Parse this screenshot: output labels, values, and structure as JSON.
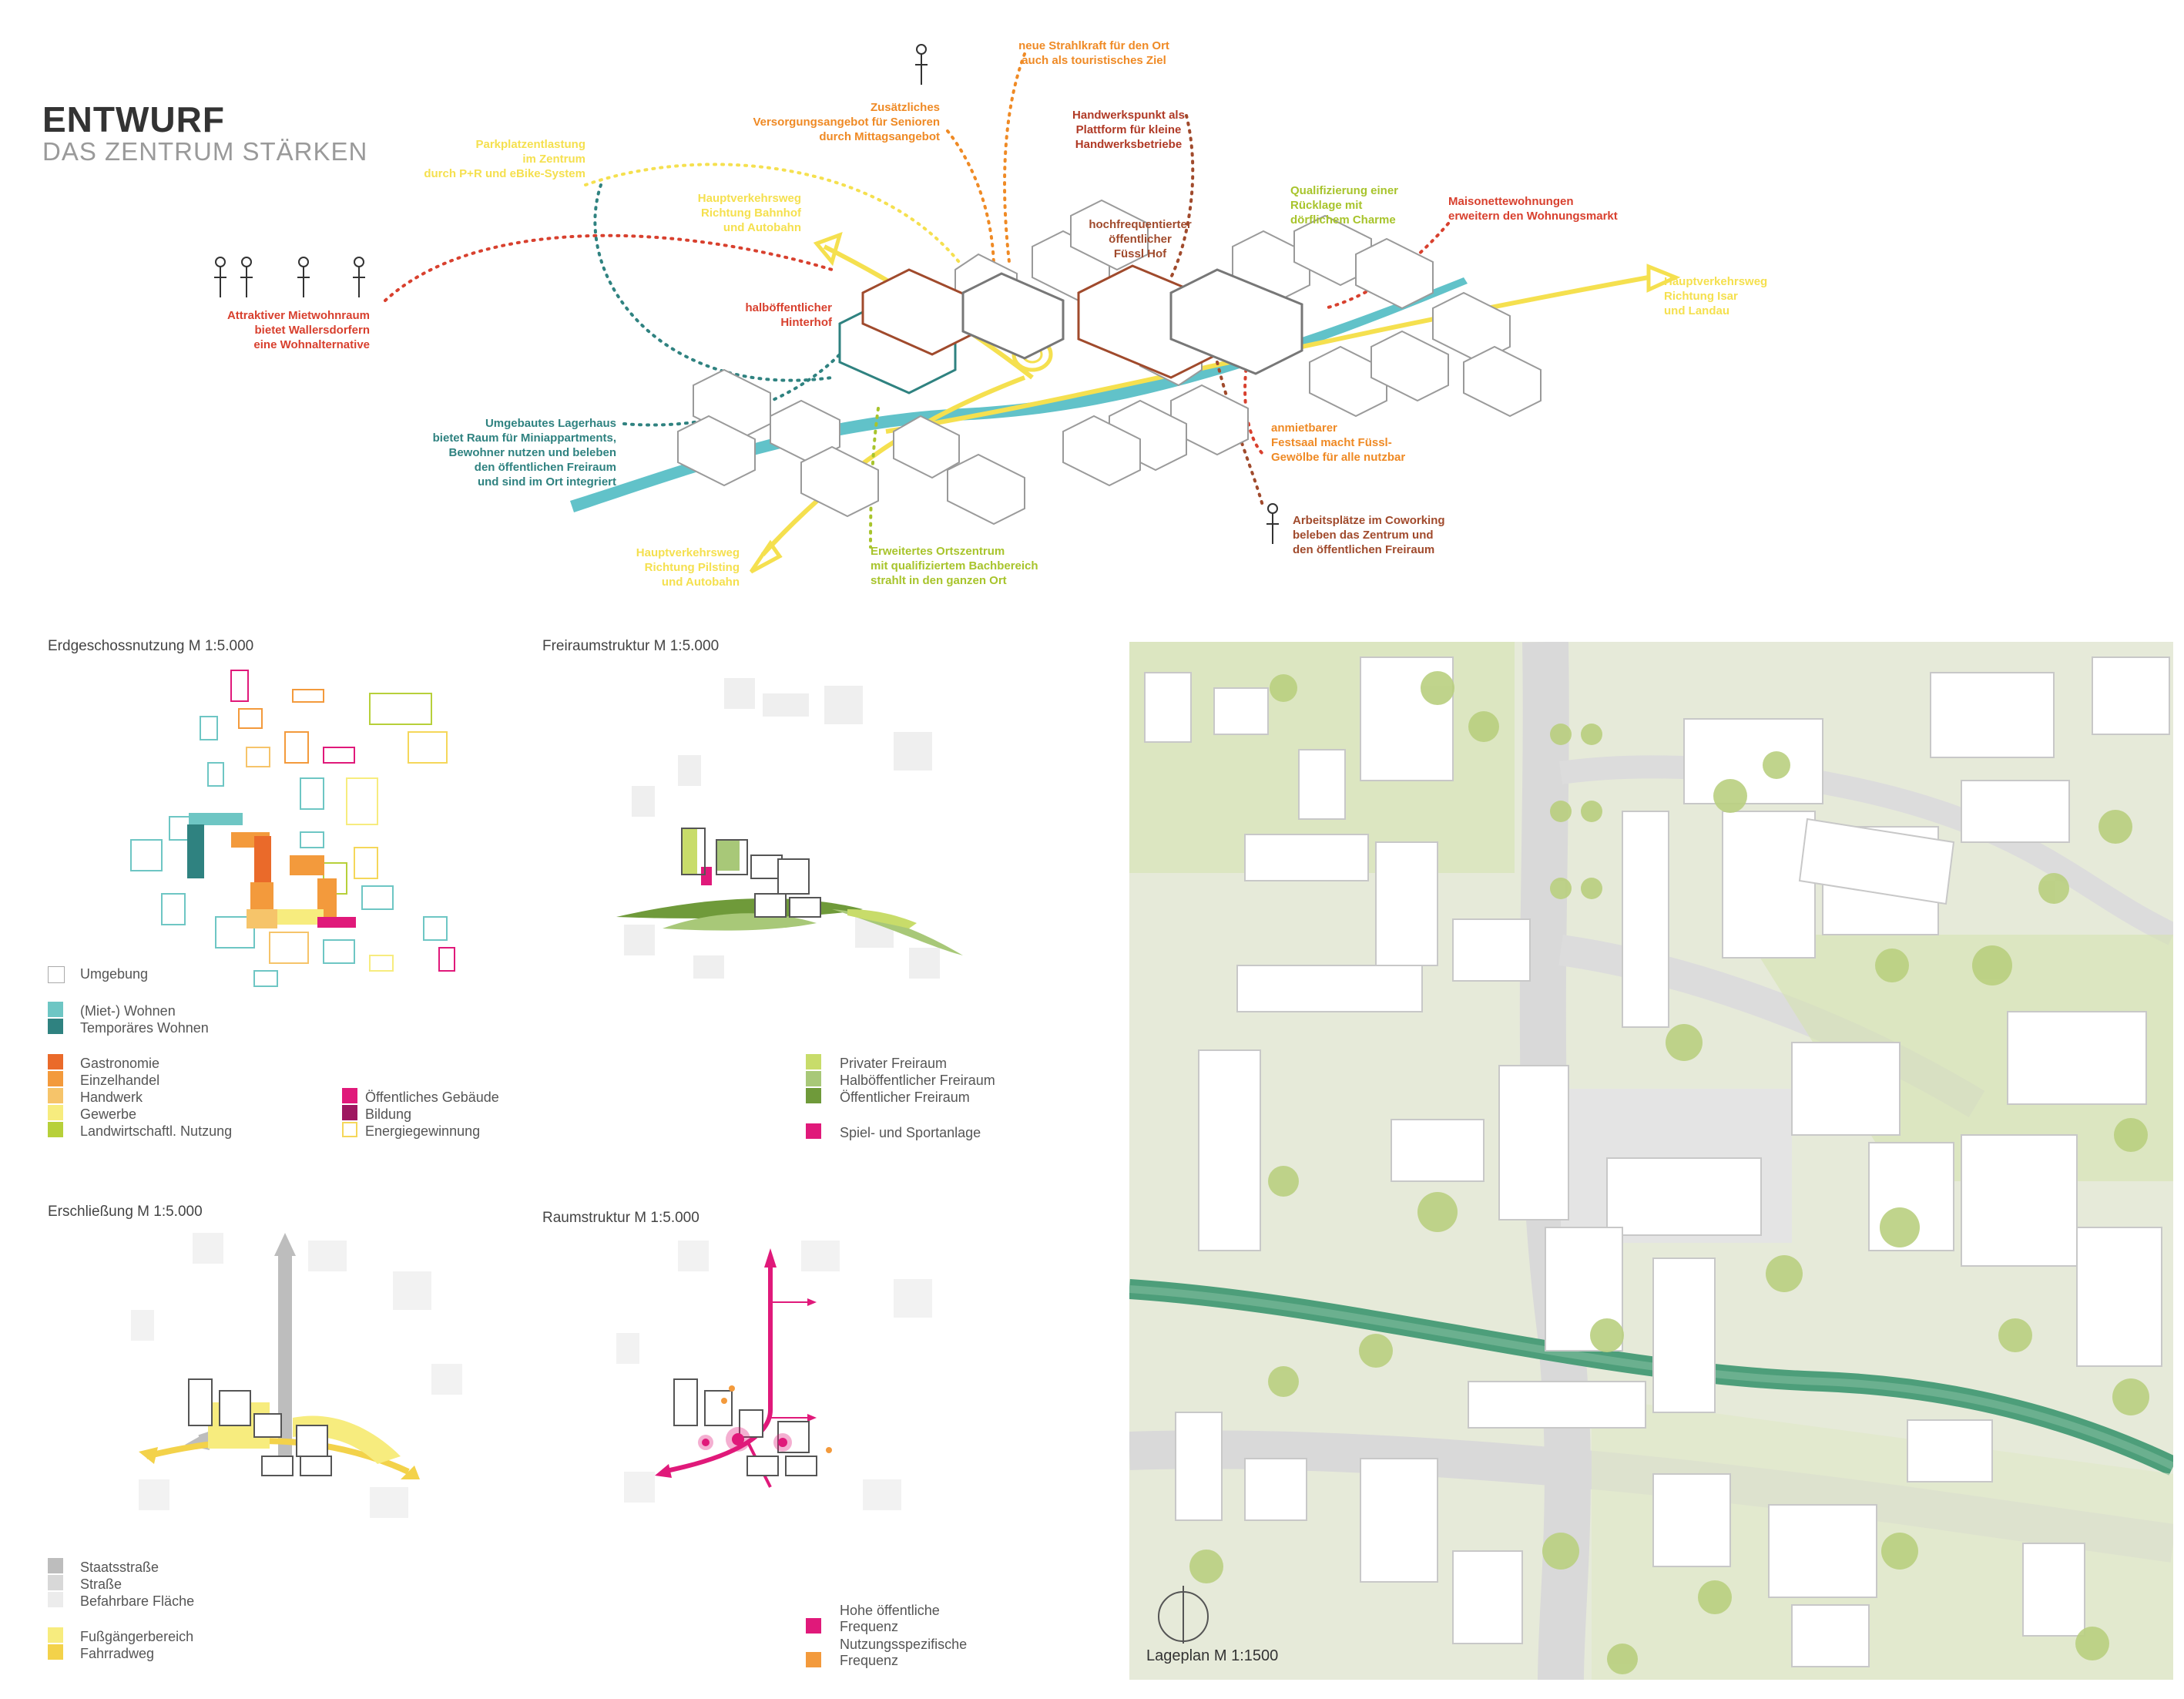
{
  "header": {
    "title": "ENTWURF",
    "subtitle": "DAS ZENTRUM STÄRKEN"
  },
  "annotations": {
    "strahlkraft": "neue Strahlkraft für den Ort\nauch als touristisches Ziel",
    "versorgung": "Zusätzliches\nVersorgungsangebot für Senioren\ndurch Mittagsangebot",
    "handwerk": "Handwerkspunkt als\nPlattform für kleine\nHandwerksbetriebe",
    "parkplatz": "Parkplatzentlastung\nim Zentrum\ndurch P+R und eBike-System",
    "hv_bahnhof": "Hauptverkehrsweg\nRichtung Bahnhof\nund Autobahn",
    "qualifizierung": "Qualifizierung einer\nRücklage mit\ndörflichem Charme",
    "maisonette": "Maisonettewohnungen\nerweitern den Wohnungsmarkt",
    "fuessl_hof": "hochfrequentierter\nöffentlicher\nFüssl Hof",
    "hinterhof": "halböffentlicher\nHinterhof",
    "mietwohn": "Attraktiver Mietwohnraum\nbietet Wallersdorfern\neine Wohnalternative",
    "hv_isar": "Hauptverkehrsweg\nRichtung Isar\nund Landau",
    "lagerhaus": "Umgebautes Lagerhaus\nbietet Raum für Miniappartments,\nBewohner nutzen und beleben\nden öffentlichen Freiraum\nund sind im Ort integriert",
    "festsaal": "anmietbarer\nFestsaal macht Füssl-\nGewölbe für alle nutzbar",
    "coworking": "Arbeitsplätze im Coworking\nbeleben das Zentrum und\nden öffentlichen Freiraum",
    "ortszentrum": "Erweitertes Ortszentrum\nmit qualifiziertem Bachbereich\nstrahlt in den ganzen Ort",
    "hv_pilsting": "Hauptverkehrsweg\nRichtung Pilsting\nund Autobahn"
  },
  "panels": {
    "erdgeschoss": {
      "title": "Erdgeschossnutzung M 1:5.000",
      "legend_a": [
        {
          "label": "Umgebung",
          "color": "#ffffff"
        },
        {
          "label": "(Miet-) Wohnen",
          "color": "#6ec6c4"
        },
        {
          "label": "Temporäres Wohnen",
          "color": "#2f8280"
        },
        {
          "label": "Gastronomie",
          "color": "#ea6a2a"
        },
        {
          "label": "Einzelhandel",
          "color": "#f39a3c"
        },
        {
          "label": "Handwerk",
          "color": "#f6c46a"
        },
        {
          "label": "Gewerbe",
          "color": "#f7ec7e"
        },
        {
          "label": "Landwirtschaftl. Nutzung",
          "color": "#b7d03a"
        }
      ],
      "legend_b": [
        {
          "label": "Öffentliches Gebäude",
          "color": "#e0197a"
        },
        {
          "label": "Bildung",
          "color": "#9e1760"
        },
        {
          "label": "Energiegewinnung",
          "color": "#f5d75a"
        }
      ]
    },
    "freiraum": {
      "title": "Freiraumstruktur M 1:5.000",
      "legend": [
        {
          "label": "Privater Freiraum",
          "color": "#c8dc6a"
        },
        {
          "label": "Halböffentlicher Freiraum",
          "color": "#a8c878"
        },
        {
          "label": "Öffentlicher Freiraum",
          "color": "#6f9a3a"
        },
        {
          "label": "Spiel- und Sportanlage",
          "color": "#e0197a"
        }
      ]
    },
    "erschliessung": {
      "title": "Erschließung M 1:5.000",
      "legend": [
        {
          "label": "Staatsstraße",
          "color": "#bdbdbd"
        },
        {
          "label": "Straße",
          "color": "#d8d8d8"
        },
        {
          "label": "Befahrbare Fläche",
          "color": "#ececec"
        },
        {
          "label": "Fußgängerbereich",
          "color": "#f7ec7e"
        },
        {
          "label": "Fahrradweg",
          "color": "#f3d24a"
        }
      ]
    },
    "raumstruktur": {
      "title": "Raumstruktur M 1:5.000",
      "legend": [
        {
          "label": "Hohe öffentliche\nFrequenz",
          "color": "#e0197a"
        },
        {
          "label": "Nutzungsspezifische\nFrequenz",
          "color": "#f39a3c"
        }
      ]
    },
    "lageplan": {
      "title": "Lageplan M 1:1500"
    }
  },
  "colors": {
    "accent_red": "#d8402e",
    "accent_orange": "#ef8a25",
    "accent_yellow": "#f5e04f",
    "accent_lime": "#a8c42c",
    "accent_teal": "#2f8280",
    "stream": "#45b7bf",
    "magenta": "#e0197a"
  }
}
